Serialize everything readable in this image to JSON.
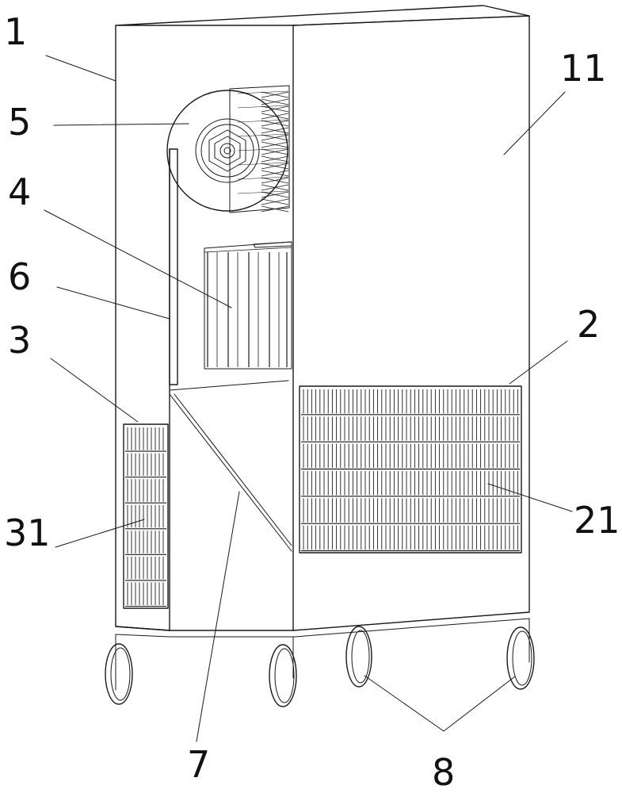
{
  "diagram": {
    "labels": [
      {
        "id": "1",
        "text": "1"
      },
      {
        "id": "5",
        "text": "5"
      },
      {
        "id": "4",
        "text": "4"
      },
      {
        "id": "6",
        "text": "6"
      },
      {
        "id": "3",
        "text": "3"
      },
      {
        "id": "31",
        "text": "31"
      },
      {
        "id": "11",
        "text": "11"
      },
      {
        "id": "2",
        "text": "2"
      },
      {
        "id": "21",
        "text": "21"
      },
      {
        "id": "7",
        "text": "7"
      },
      {
        "id": "8",
        "text": "8"
      }
    ],
    "line_color": "#1a1a1a"
  }
}
